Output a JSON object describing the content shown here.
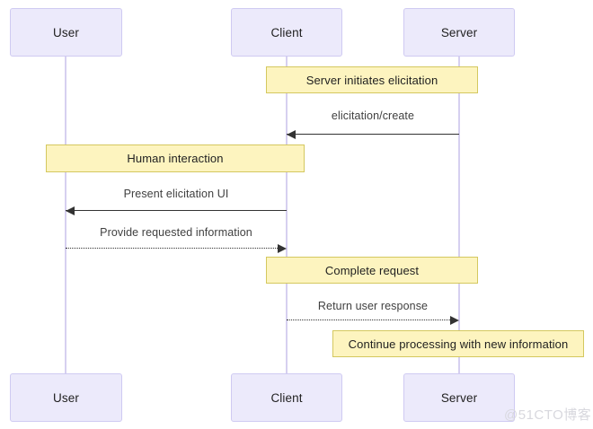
{
  "diagram": {
    "type": "sequence-diagram",
    "background_color": "#ffffff",
    "participant_fill": "#ECEAFB",
    "participant_border": "#CFCAF2",
    "note_fill": "#FDF4BF",
    "note_border": "#D4C85F",
    "lifeline_color": "#D6D0F0",
    "arrow_color": "#333333",
    "participants": [
      {
        "id": "user",
        "label": "User"
      },
      {
        "id": "client",
        "label": "Client"
      },
      {
        "id": "server",
        "label": "Server"
      }
    ],
    "participants_bottom": [
      {
        "id": "user-bottom",
        "label": "User"
      },
      {
        "id": "client-bottom",
        "label": "Client"
      },
      {
        "id": "server-bottom",
        "label": "Server"
      }
    ],
    "notes": [
      {
        "id": "note-server-initiates",
        "text": "Server initiates elicitation"
      },
      {
        "id": "note-human-interaction",
        "text": "Human interaction"
      },
      {
        "id": "note-complete-request",
        "text": "Complete request"
      },
      {
        "id": "note-continue-processing",
        "text": "Continue processing with new information"
      }
    ],
    "messages": [
      {
        "id": "msg-elicitation-create",
        "label": "elicitation/create",
        "from": "server",
        "to": "client",
        "style": "solid",
        "direction": "left"
      },
      {
        "id": "msg-present-elicitation-ui",
        "label": "Present elicitation UI",
        "from": "client",
        "to": "user",
        "style": "solid",
        "direction": "left"
      },
      {
        "id": "msg-provide-requested-information",
        "label": "Provide requested information",
        "from": "user",
        "to": "client",
        "style": "dashed",
        "direction": "right"
      },
      {
        "id": "msg-return-user-response",
        "label": "Return user response",
        "from": "client",
        "to": "server",
        "style": "dashed",
        "direction": "right"
      }
    ],
    "watermark": "@51CTO博客"
  }
}
